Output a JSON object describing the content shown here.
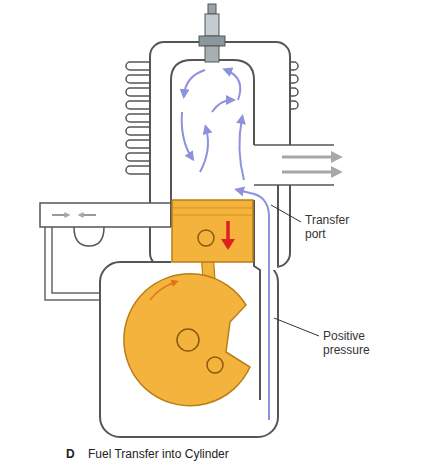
{
  "diagram": {
    "caption": "Fuel Transfer into Cylinder",
    "labels": [
      "Transfer port",
      "Positive pressure",
      "D"
    ]
  }
}
